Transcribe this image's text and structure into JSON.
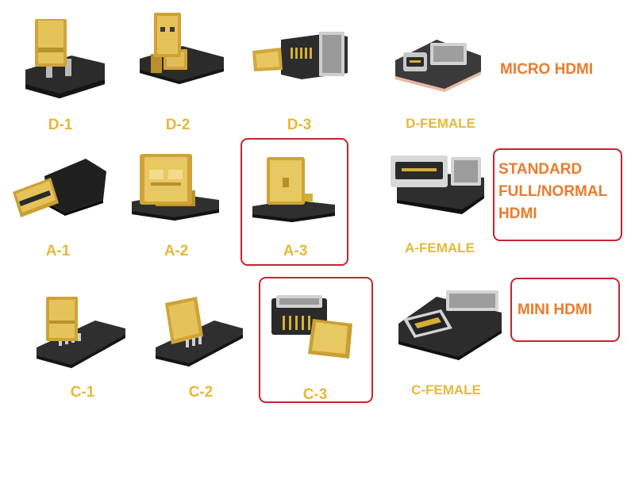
{
  "labels": {
    "d1": "D-1",
    "d2": "D-2",
    "d3": "D-3",
    "dfemale": "D-FEMALE",
    "a1": "A-1",
    "a2": "A-2",
    "a3": "A-3",
    "afemale": "A-FEMALE",
    "c1": "C-1",
    "c2": "C-2",
    "c3": "C-3",
    "cfemale": "C-FEMALE"
  },
  "categories": {
    "micro": "MICRO HDMI",
    "standard": "STANDARD\nFULL/NORMAL\nHDMI",
    "mini": "MINI HDMI"
  },
  "colors": {
    "label": "#e6b83a",
    "category": "#ec7b2c",
    "highlight_border": "#c8232e",
    "gold": "#d4af37",
    "pcb": "#2e2e2e"
  },
  "icons": [
    "micro-hdmi-connector",
    "standard-hdmi-connector",
    "mini-hdmi-connector",
    "female-hdmi-socket"
  ]
}
